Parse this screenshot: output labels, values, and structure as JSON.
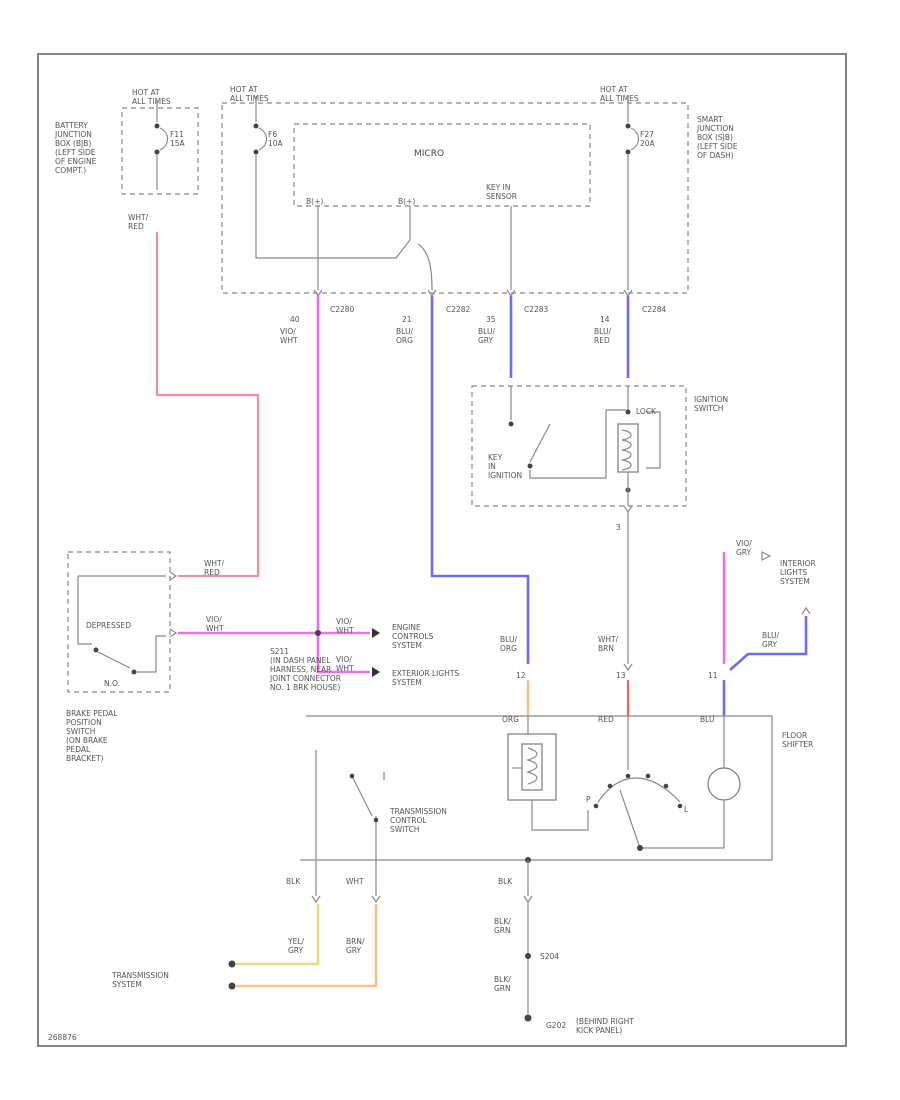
{
  "colors": {
    "white_red": "#f08ea0",
    "violet_white": "#ee6fee",
    "blue_orange": "#6f6cf2",
    "yellow_gray": "#e2dc86",
    "brown_gray": "#f2c58a",
    "red": "#ee6060",
    "line": "#8a8a8a"
  },
  "diagram": {
    "hot_at_all_times_1": "HOT AT\nALL TIMES",
    "hot_at_all_times_2": "HOT AT\nALL TIMES",
    "hot_at_all_times_3": "HOT AT\nALL TIMES",
    "battery_junction_box": "BATTERY\nJUNCTION\nBOX (BJB)\n(LEFT SIDE\nOF ENGINE\nCOMPT.)",
    "fuse_f11": "F11\n15A",
    "fuse_f6": "F6\n10A",
    "fuse_f27": "F27\n20A",
    "smart_junction_box": "SMART\nJUNCTION\nBOX (SJB)\n(LEFT SIDE\nOF DASH)",
    "micro_label": "MICRO",
    "micro_pin_1": "B(+)",
    "micro_pin_2": "B(+)",
    "micro_pin_3": "KEY IN\nSENSOR",
    "wire_wht_red_1": "WHT/\nRED",
    "pin_40": "40",
    "wire_vio_wht": "VIO/\nWHT",
    "conn_c2280": "C2280",
    "pin_21": "21",
    "wire_blu_org": "BLU/\nORG",
    "conn_c2282": "C2282",
    "pin_35": "35",
    "wire_blu_gry": "BLU/\nGRY",
    "conn_c2283": "C2283",
    "pin_14": "14",
    "wire_blu_red": "BLU/\nRED",
    "conn_c2284": "C2284",
    "ignition_switch": "IGNITION\nSWITCH",
    "key_in_ignition": "KEY\nIN\nIGNITION",
    "lock_label": "LOCK",
    "pin_3": "3",
    "wire_vio_gry": "VIO/\nGRY",
    "interior_lights_system": "INTERIOR\nLIGHTS\nSYSTEM",
    "wire_wht_red_2": "WHT/\nRED",
    "depressed_label": "DEPRESSED",
    "wire_vio_wht_2": "VIO/\nWHT",
    "wire_vio_wht_3": "VIO/\nWHT",
    "wire_vio_wht_4": "VIO/\nWHT",
    "engine_controls_system": "ENGINE\nCONTROLS\nSYSTEM",
    "exterior_lights_system": "EXTERIOR LIGHTS\nSYSTEM",
    "splice_s211": "S211\n(IN DASH PANEL\nHARNESS, NEAR\nJOINT CONNECTOR\nNO. 1 BRK HOUSE)",
    "no_label": "N.O.",
    "brake_pedal_switch": "BRAKE PEDAL\nPOSITION\nSWITCH\n(ON BRAKE\nPEDAL\nBRACKET)",
    "wire_blu_org_2": "BLU/\nORG",
    "wire_wht_brn": "WHT/\nBRN",
    "wire_blu_gry_2": "BLU/\nGRY",
    "pin_12": "12",
    "pin_13": "13",
    "pin_11": "11",
    "floor_org": "ORG",
    "floor_red": "RED",
    "floor_blu": "BLU",
    "floor_shifter": "FLOOR\nSHIFTER",
    "transmission_control_switch": "TRANSMISSION\nCONTROL\nSWITCH",
    "gear_p": "P",
    "gear_l": "L",
    "wire_blk_1": "BLK",
    "wire_wht": "WHT",
    "wire_blk_2": "BLK",
    "wire_yel_gry": "YEL/\nGRY",
    "wire_brn_gry": "BRN/\nGRY",
    "wire_blk_grn_1": "BLK/\nGRN",
    "wire_blk_grn_2": "BLK/\nGRN",
    "splice_s204": "S204",
    "transmission_system": "TRANSMISSION\nSYSTEM",
    "ground_g202": "G202",
    "ground_location": "(BEHIND RIGHT\nKICK PANEL)",
    "diagram_id": "268876"
  }
}
